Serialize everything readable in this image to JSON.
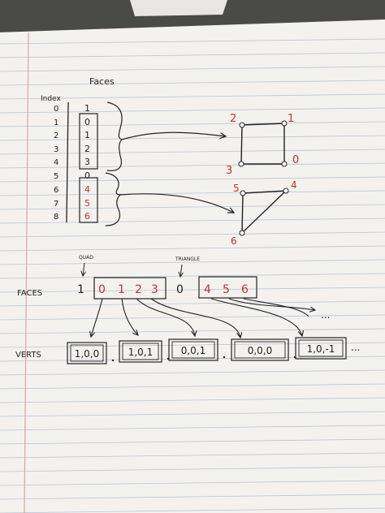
{
  "colors": {
    "ink": "#222222",
    "red_ink": "#c8322a",
    "paper": "#f4f2ee",
    "rule_line": "#b9c3d6",
    "margin_line": "#d9a6a6",
    "background": "#4a4a46"
  },
  "top": {
    "index_header": "Index",
    "faces_header": "Faces",
    "index_values": [
      "0",
      "1",
      "2",
      "3",
      "4",
      "5",
      "6",
      "7",
      "8"
    ],
    "face_values": [
      "1",
      "0",
      "1",
      "2",
      "3",
      "0",
      "4",
      "5",
      "6"
    ],
    "face_value_red": [
      false,
      false,
      false,
      false,
      false,
      false,
      true,
      true,
      true
    ]
  },
  "quad": {
    "vertex_labels": [
      "2",
      "1",
      "3",
      "0"
    ]
  },
  "triangle": {
    "vertex_labels": [
      "5",
      "4",
      "6"
    ]
  },
  "bottom": {
    "quad_label": "QUAD",
    "triangle_label": "TRIANGLE",
    "faces_label": "FACES",
    "verts_label": "VERTS",
    "faces_sequence": [
      {
        "text": "1",
        "red": false
      },
      {
        "text": "0",
        "red": true
      },
      {
        "text": "1",
        "red": true
      },
      {
        "text": "2",
        "red": true
      },
      {
        "text": "3",
        "red": true
      },
      {
        "text": "0",
        "red": false
      },
      {
        "text": "4",
        "red": true
      },
      {
        "text": "5",
        "red": true
      },
      {
        "text": "6",
        "red": true
      }
    ],
    "faces_ellipsis": "...",
    "verts": [
      "1,0,0",
      "1,0,1",
      "0,0,1",
      "0,0,0",
      "1,0,-1"
    ],
    "verts_ellipsis": "..."
  }
}
